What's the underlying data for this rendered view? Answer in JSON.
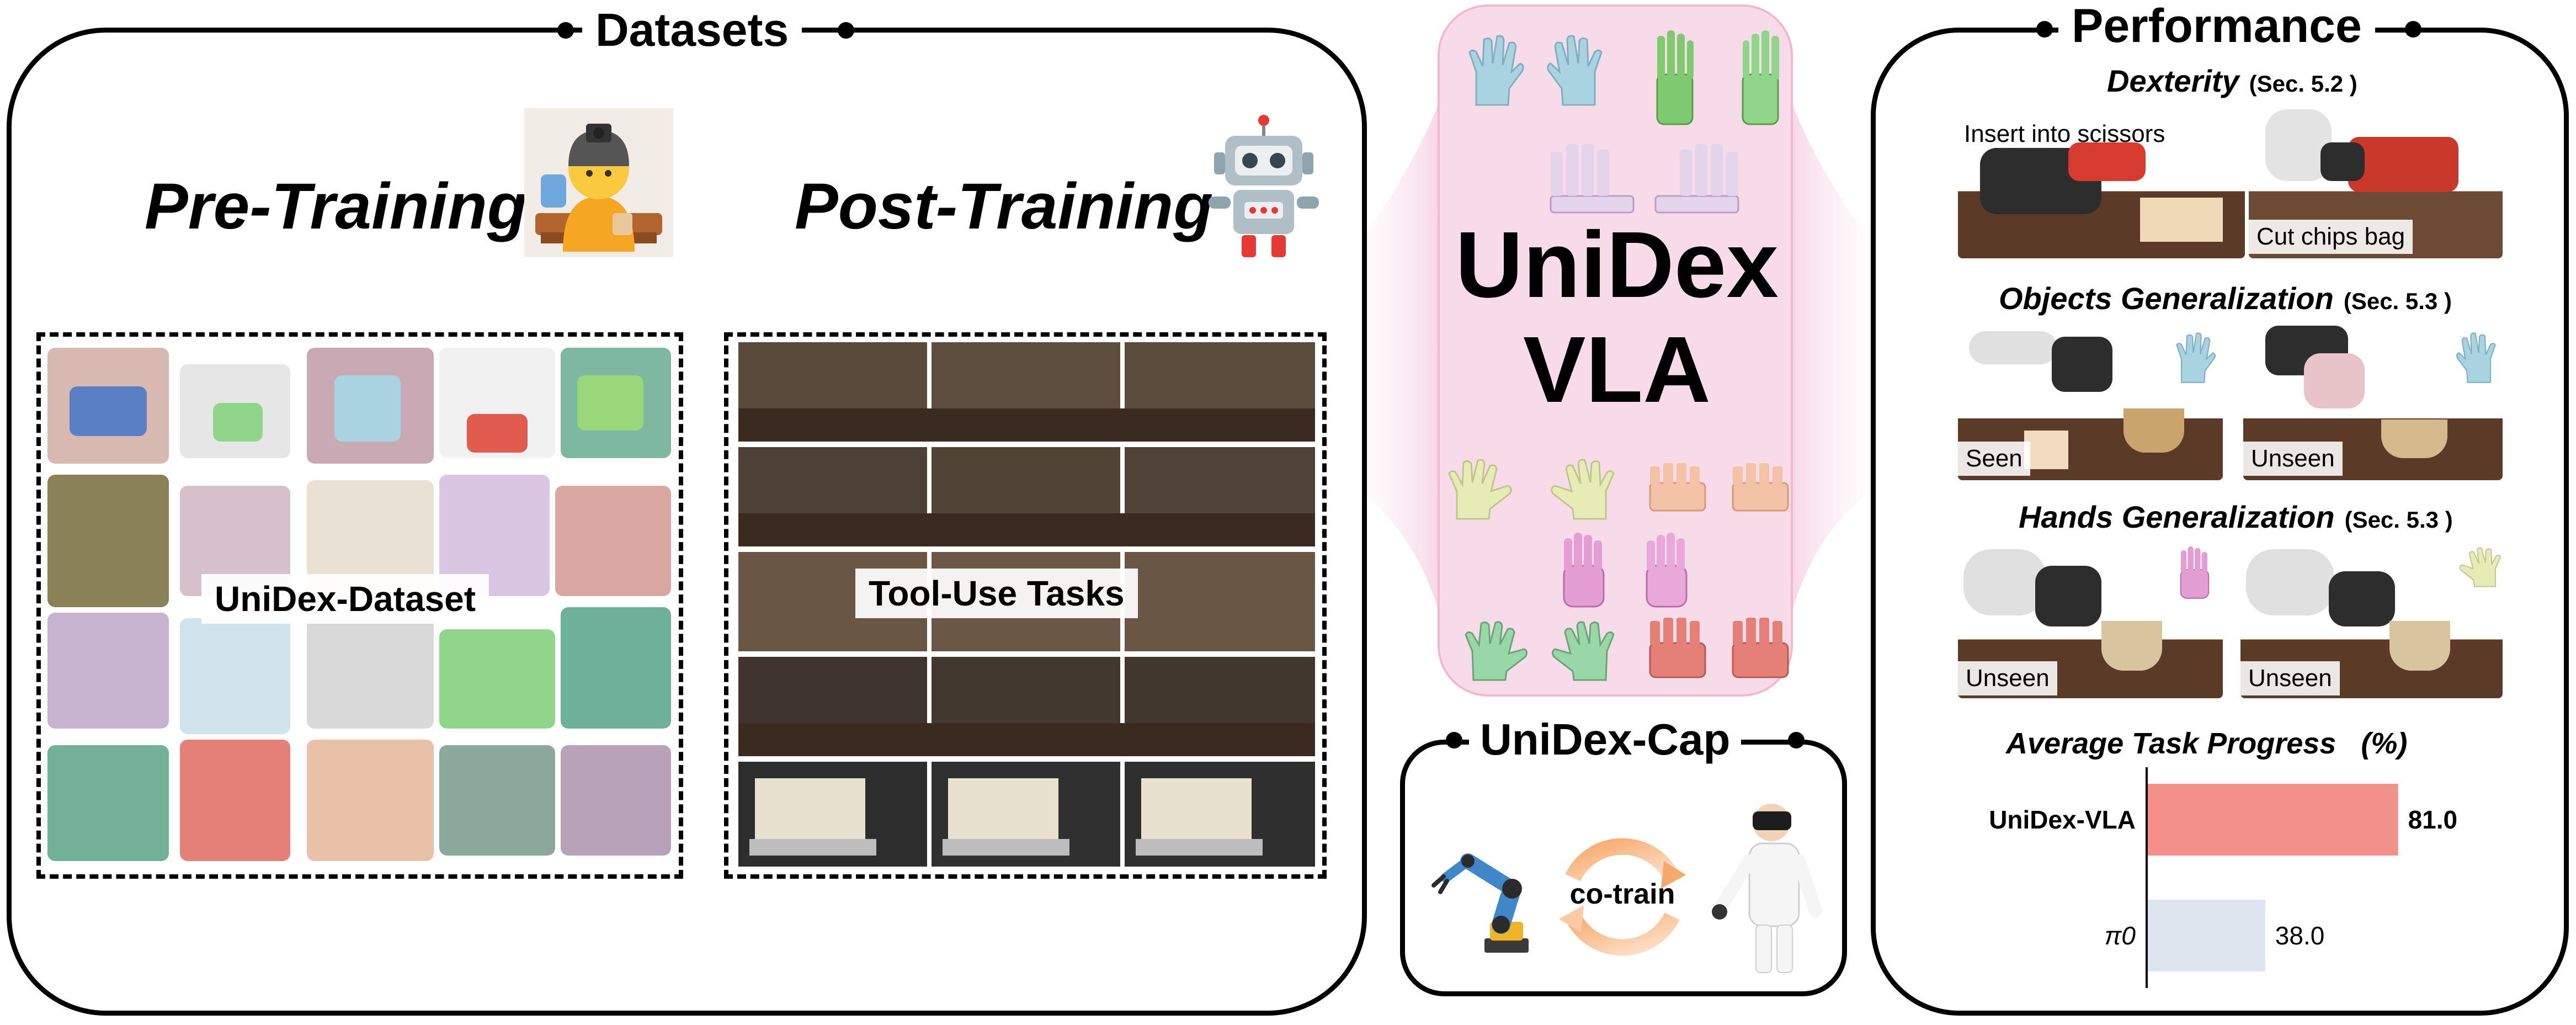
{
  "datasets": {
    "title": "Datasets",
    "pre_training_label": "Pre-Training",
    "post_training_label": "Post-Training",
    "unidex_dataset_label": "UniDex-Dataset",
    "tool_use_label": "Tool-Use Tasks"
  },
  "center": {
    "line1": "UniDex",
    "line2": "VLA"
  },
  "cap": {
    "title": "UniDex-Cap",
    "cotrain_label": "co-train"
  },
  "performance": {
    "title": "Performance",
    "dexterity": {
      "title": "Dexterity",
      "section": "(Sec. 5.2 )",
      "label_left": "Insert into scissors",
      "label_right": "Cut chips bag"
    },
    "objects": {
      "title": "Objects Generalization",
      "section": "(Sec. 5.3 )",
      "label_left": "Seen",
      "label_right": "Unseen"
    },
    "hands": {
      "title": "Hands Generalization",
      "section": "(Sec. 5.3 )",
      "label_left": "Unseen",
      "label_right": "Unseen"
    }
  },
  "chart_data": {
    "type": "bar",
    "orientation": "horizontal",
    "title": "Average Task Progress   (%)",
    "categories": [
      "UniDex-VLA",
      "π0"
    ],
    "values": [
      81.0,
      38.0
    ],
    "value_labels": [
      "81.0",
      "38.0"
    ],
    "colors": [
      "#f4908a",
      "#dfe5ef"
    ],
    "xlim": [
      0,
      100
    ]
  },
  "colors": {
    "hand_blue": "#a9d3e0",
    "hand_green": "#8fd68a",
    "hand_purple": "#d9c6e2",
    "hand_yellow": "#e7ecb7",
    "hand_orange": "#f4c2a6",
    "hand_magenta": "#e39fd3",
    "hand_mint": "#9ad7a8",
    "hand_red": "#e58078",
    "center_bg": "#f8dbe8",
    "robot_arm": "#3f87c9"
  },
  "icons": [
    "person-teleop-emoji-icon",
    "robot-emoji-icon",
    "robot-arm-icon",
    "vr-operator-icon"
  ]
}
